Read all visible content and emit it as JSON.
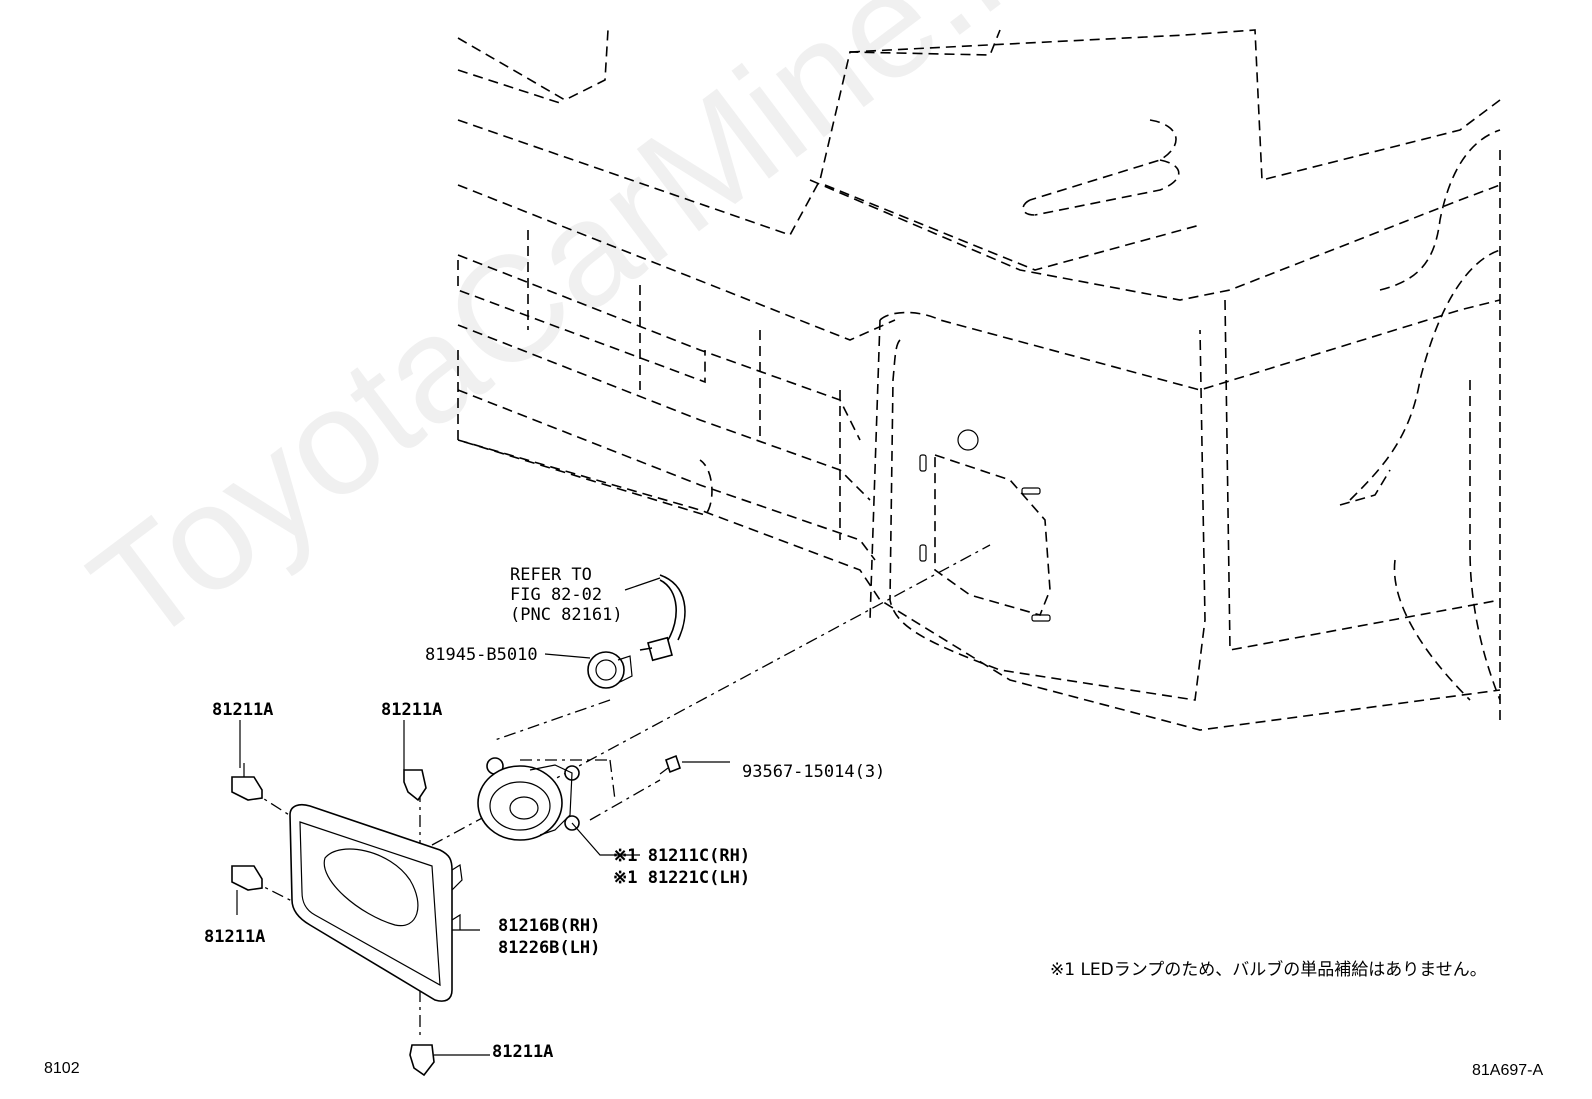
{
  "watermark": "ToyotaCarMine.ru",
  "labels": {
    "refer": "REFER TO\nFIG 82-02\n(PNC 82161)",
    "socket": "81945-B5010",
    "clip_top_left": "81211A",
    "clip_top_mid": "81211A",
    "clip_bottom_left": "81211A",
    "clip_bottom": "81211A",
    "screw": "93567-15014(3)",
    "lamp_rh": "※1 81211C(RH)",
    "lamp_lh": "※1 81221C(LH)",
    "bezel_rh": "81216B(RH)",
    "bezel_lh": "81226B(LH)"
  },
  "footnote": "※1 LEDランプのため、バルブの単品補給はありません。",
  "page_code_left": "8102",
  "page_code_right": "81A697-A"
}
